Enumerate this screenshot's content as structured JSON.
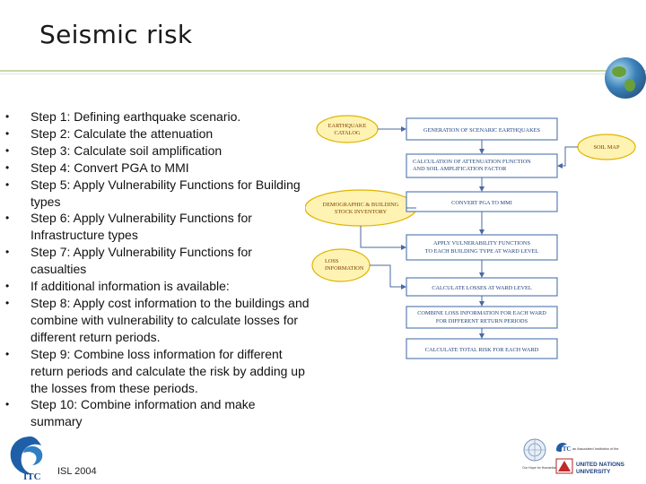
{
  "slide": {
    "title": "Seismic risk",
    "footer": "ISL 2004"
  },
  "steps": [
    "Step 1: Defining earthquake scenario.",
    "Step 2: Calculate the attenuation",
    "Step 3: Calculate soil amplification",
    "Step 4: Convert PGA to MMI",
    "Step 5: Apply Vulnerability Functions for Building types",
    "Step 6: Apply Vulnerability Functions for Infrastructure types",
    "Step 7: Apply Vulnerability Functions for casualties",
    "If additional information is available:",
    "Step 8: Apply cost information to the buildings and combine with vulnerability  to calculate losses for different return periods.",
    "Step 9: Combine loss information for different return periods and calculate the risk by adding up the losses from these periods.",
    "Step 10: Combine information and make summary"
  ],
  "bullet_char": "•",
  "diagram": {
    "oval_catalog_1": "EARTHQUAKE",
    "oval_catalog_2": "CATALOG",
    "oval_soil": "SOIL MAP",
    "oval_demo_1": "DEMOGRAPHIC & BUILDING",
    "oval_demo_2": "STOCK INVENTORY",
    "oval_loss_1": "LOSS",
    "oval_loss_2": "INFORMATION",
    "box_1": "GENERATION OF SCENARIC EARTHQUAKES",
    "box_2_1": "CALCULATION OF ATTENUATION FUNCTION",
    "box_2_2": "AND SOIL AMPLIFICATION FACTOR",
    "box_3": "CONVERT PGA TO MMI",
    "box_4_1": "APPLY VULNERABILITY FUNCTIONS",
    "box_4_2": "TO EACH BUILDING TYPE AT WARD LEVEL",
    "box_5": "CALCULATE LOSSES AT WARD LEVEL",
    "box_6_1": "COMBINE LOSS INFORMATION FOR EACH WARD",
    "box_6_2": "FOR DIFFERENT RETURN PERIODS",
    "box_7": "CALCULATE TOTAL RISK FOR EACH WARD"
  },
  "logos": {
    "itc_text": "ITC",
    "itc_right": "ITC",
    "itc_right_caption": "an Associated Institution of the",
    "un_line1": "UNITED NATIONS",
    "un_line2": "UNIVERSITY",
    "un_tagline": "Our Hope for Humanitarian"
  }
}
